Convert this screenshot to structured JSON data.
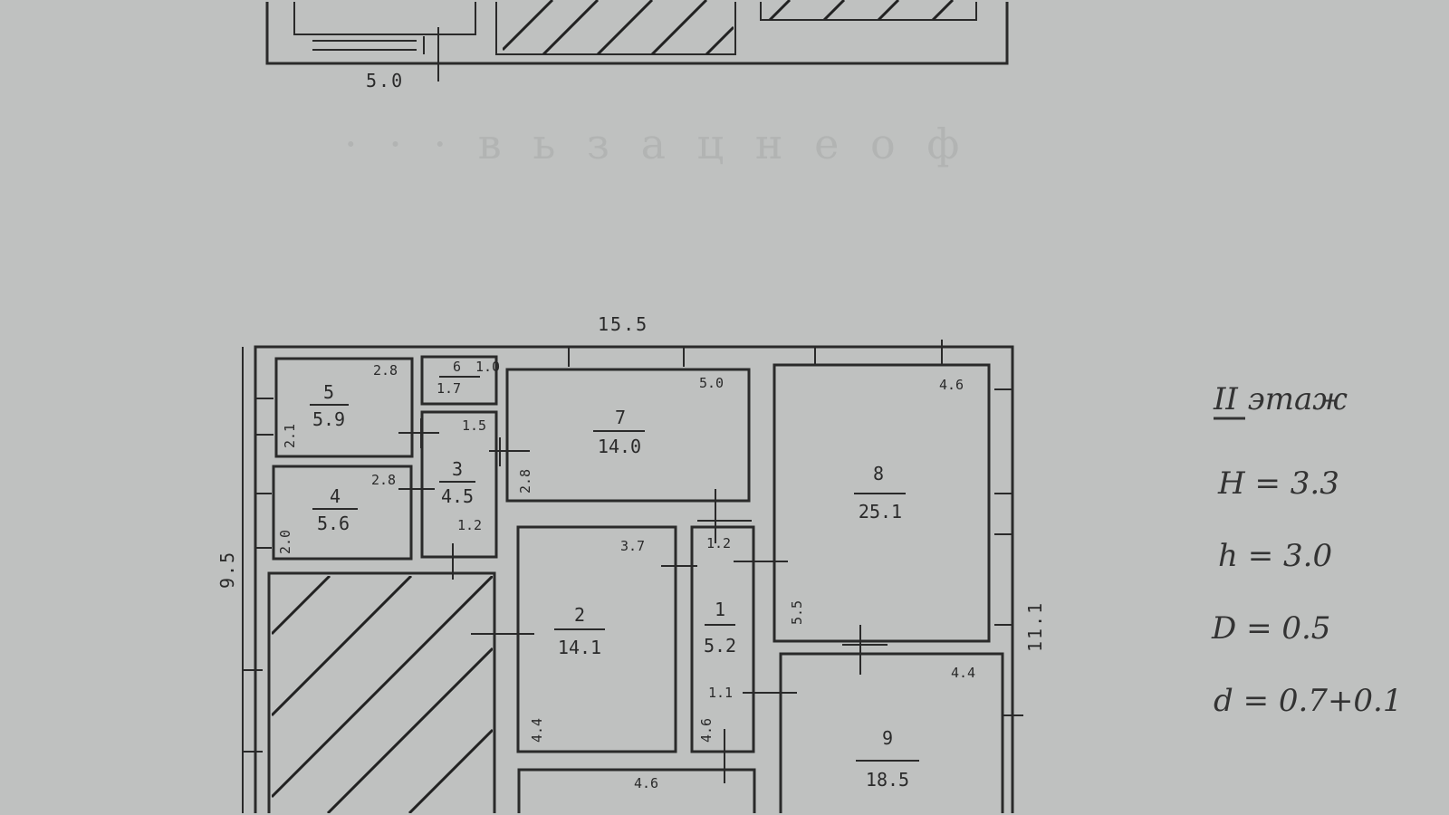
{
  "plan_upper": {
    "dimension_bottom": "5.0"
  },
  "plan_main": {
    "dimension_top": "15.5",
    "dimension_left": "9.5",
    "dimension_right": "11.1",
    "dimension_bottom": "4.6",
    "rooms": [
      {
        "number": "5",
        "area": "5.9",
        "dims": [
          "2.8",
          "2.1"
        ]
      },
      {
        "number": "6",
        "area": "1.7",
        "dims": [
          "1.0"
        ]
      },
      {
        "number": "4",
        "area": "5.6",
        "dims": [
          "2.8",
          "2.0"
        ]
      },
      {
        "number": "3",
        "area": "4.5",
        "dims": [
          "1.5",
          "1.2"
        ]
      },
      {
        "number": "7",
        "area": "14.0",
        "dims": [
          "5.0",
          "2.8"
        ]
      },
      {
        "number": "8",
        "area": "25.1",
        "dims": [
          "4.6",
          "5.5"
        ]
      },
      {
        "number": "2",
        "area": "14.1",
        "dims": [
          "3.7",
          "4.4"
        ]
      },
      {
        "number": "1",
        "area": "5.2",
        "dims": [
          "1.2",
          "4.6",
          "1.1"
        ]
      },
      {
        "number": "9",
        "area": "18.5",
        "dims": [
          "4.4"
        ]
      }
    ]
  },
  "notes": {
    "floor": "II этаж",
    "H": "H = 3.3",
    "h": "h = 3.0",
    "D": "D = 0.5",
    "d": "d = 0.7+0.1"
  },
  "colors": {
    "paper": "#bfc1c0",
    "ink": "#2a2a2a"
  }
}
